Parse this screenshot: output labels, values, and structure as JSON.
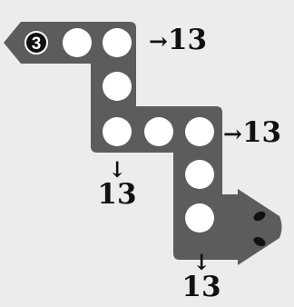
{
  "puzzle": {
    "board_color": "#5c5c5c",
    "circle_fill": "#ffffff",
    "given_fill": "#111111",
    "given_value": "3",
    "arrow_right_glyph": "→",
    "arrow_down_glyph": "↓",
    "clues": {
      "row1": "13",
      "row3": "13",
      "col1": "13",
      "col4": "13"
    }
  }
}
